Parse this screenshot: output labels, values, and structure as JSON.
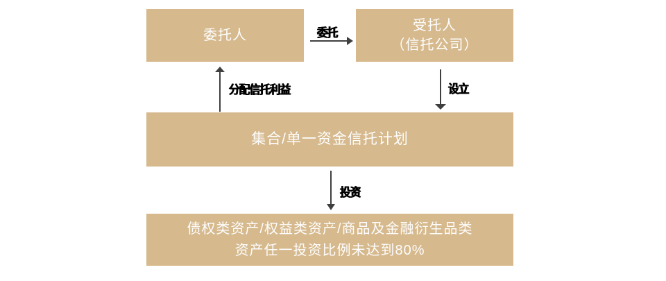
{
  "diagram": {
    "title": "trust-plan-structure-flowchart",
    "colors": {
      "node_fill": "#d6b98d",
      "node_text": "#fdfdfd",
      "arrow": "#3f3f3f",
      "edge_label_text": "#000000",
      "background": "#ffffff"
    },
    "nodes": {
      "principal": {
        "label": "委托人"
      },
      "trustee": {
        "line1": "受托人",
        "line2": "（信托公司）"
      },
      "trust_plan": {
        "label": "集合/单一资金信托计划"
      },
      "assets": {
        "line1": "债权类资产/权益类资产/商品及金融衍生品类",
        "line2": "资产任一投资比例未达到80%"
      }
    },
    "edges": {
      "entrust": {
        "label": "委托",
        "from": "principal",
        "to": "trustee",
        "direction": "right"
      },
      "distribute": {
        "label": "分配信托利益",
        "from": "trust_plan",
        "to": "principal",
        "direction": "up"
      },
      "establish": {
        "label": "设立",
        "from": "trustee",
        "to": "trust_plan",
        "direction": "down"
      },
      "invest": {
        "label": "投资",
        "from": "trust_plan",
        "to": "assets",
        "direction": "down"
      }
    }
  }
}
